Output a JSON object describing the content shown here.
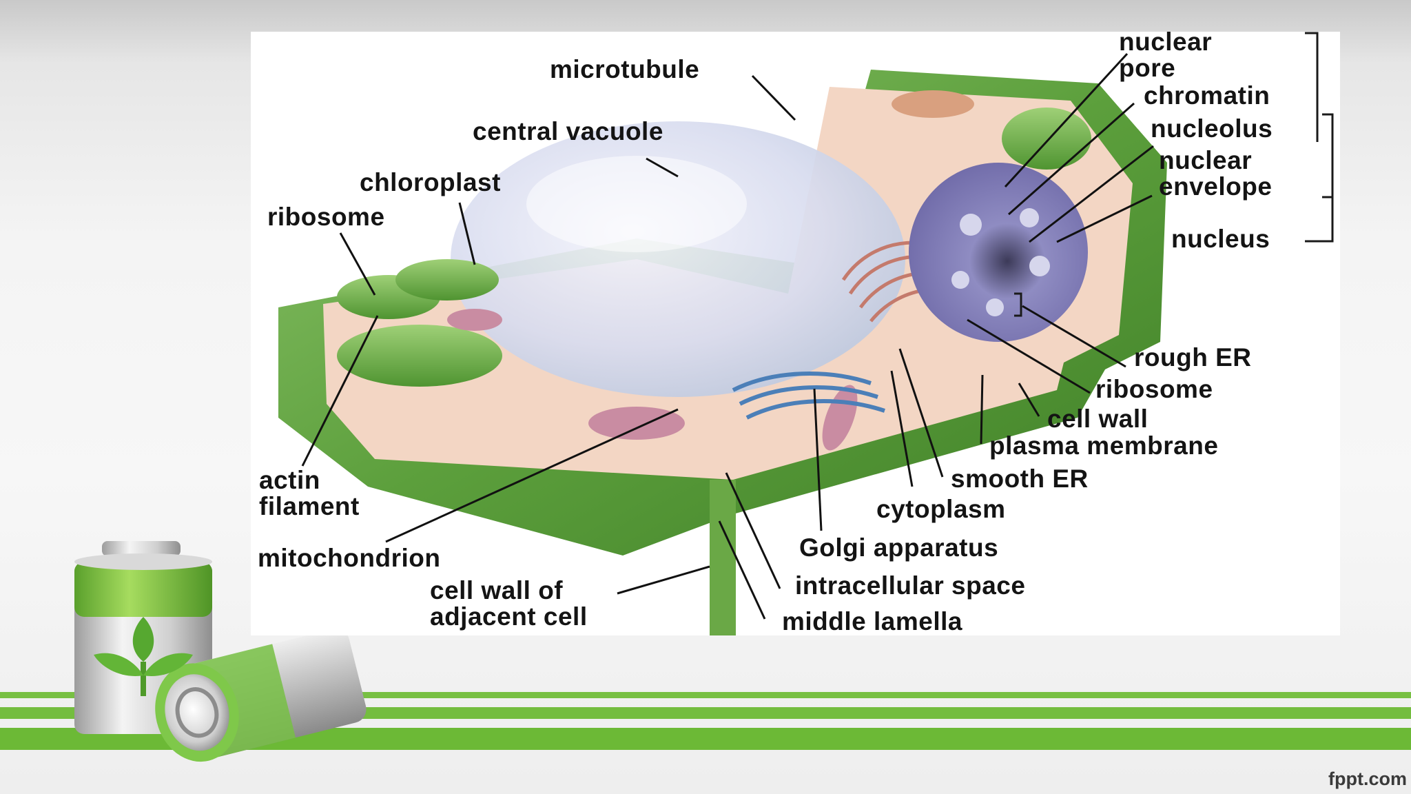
{
  "slide": {
    "footer": "fppt.com",
    "accent_color": "#6fba3a",
    "icons": [
      "battery-icon",
      "leaf-icon"
    ]
  },
  "diagram": {
    "labels": {
      "microtubule": "microtubule",
      "central_vacuole": "central vacuole",
      "chloroplast": "chloroplast",
      "ribosome_left": "ribosome",
      "actin_filament": "actin\nfilament",
      "mitochondrion": "mitochondrion",
      "cell_wall_adjacent": "cell wall of\nadjacent cell",
      "middle_lamella": "middle lamella",
      "intracellular_space": "intracellular space",
      "golgi_apparatus": "Golgi apparatus",
      "cytoplasm": "cytoplasm",
      "smooth_er": "smooth ER",
      "plasma_membrane": "plasma membrane",
      "cell_wall": "cell wall",
      "ribosome_right": "ribosome",
      "rough_er": "rough ER",
      "nucleus": "nucleus",
      "nuclear_envelope": "nuclear\nenvelope",
      "nucleolus": "nucleolus",
      "chromatin": "chromatin",
      "nuclear_pore": "nuclear\npore"
    },
    "colors": {
      "cell_wall_green": "#5a9e3a",
      "cytoplasm_pink": "#f6d9c8",
      "vacuole_lavender": "#d9d7ef",
      "nucleus_purple": "#8d86c4"
    }
  }
}
